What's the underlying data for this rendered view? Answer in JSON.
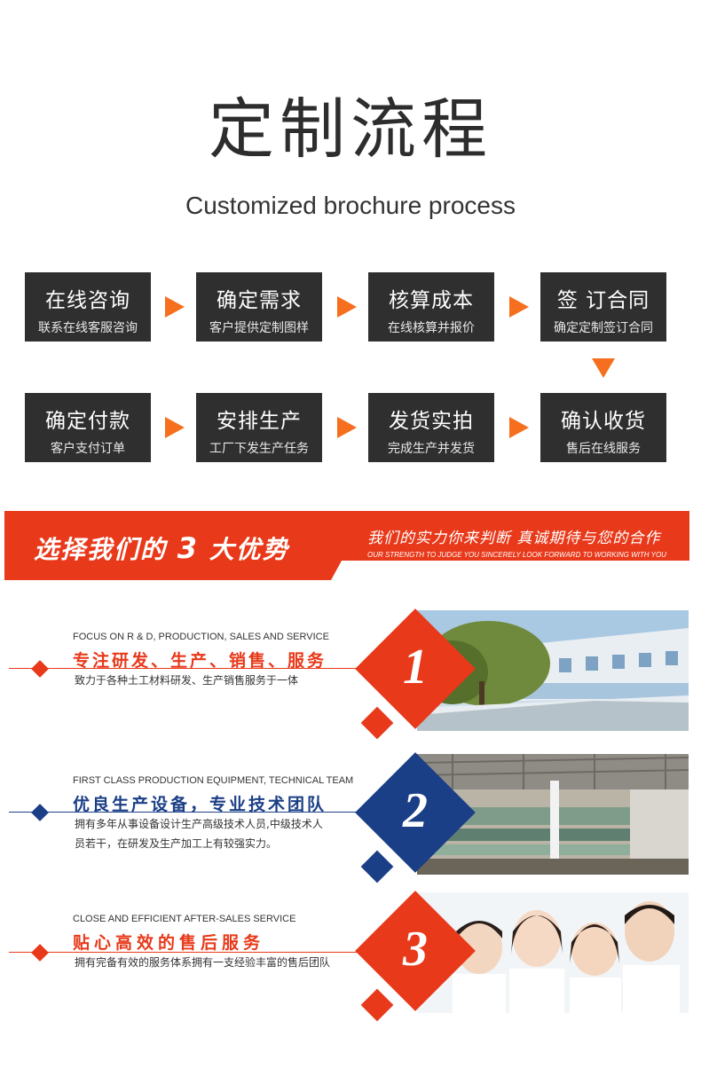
{
  "header": {
    "title": "定制流程",
    "subtitle": "Customized brochure process"
  },
  "process": {
    "steps": [
      {
        "title": "在线咨询",
        "sub": "联系在线客服咨询"
      },
      {
        "title": "确定需求",
        "sub": "客户提供定制图样"
      },
      {
        "title": "核算成本",
        "sub": "在线核算并报价"
      },
      {
        "title": "签 订合同",
        "sub": "确定定制签订合同"
      },
      {
        "title": "确定付款",
        "sub": "客户支付订单"
      },
      {
        "title": "安排生产",
        "sub": "工厂下发生产任务"
      },
      {
        "title": "发货实拍",
        "sub": "完成生产并发货"
      },
      {
        "title": "确认收货",
        "sub": "售后在线服务"
      }
    ],
    "arrow_color": "#f56f1f",
    "box_color": "#2f2f2f"
  },
  "banner": {
    "left_prefix": "选择我们的 ",
    "left_num": "3",
    "left_suffix": " 大优势",
    "right_cn": "我们的实力你来判断 真诚期待与您的合作",
    "right_en": "OUR STRENGTH TO JUDGE YOU SINCERELY LOOK FORWARD TO WORKING WITH YOU",
    "color": "#e8391a"
  },
  "features": [
    {
      "en": "FOCUS ON R & D, PRODUCTION, SALES AND SERVICE",
      "cn": "专注研发、生产、销售、服务",
      "desc1": "致力于各种土工材料研发、生产销售服务于一体",
      "desc2": "",
      "num": "1",
      "color": "#e8391a",
      "photo": "factory-building"
    },
    {
      "en": "FIRST CLASS PRODUCTION EQUIPMENT, TECHNICAL TEAM",
      "cn": "优良生产设备，专业技术团队",
      "desc1": "拥有多年从事设备设计生产高级技术人员,中级技术人",
      "desc2": "员若干，在研发及生产加工上有较强实力。",
      "num": "2",
      "color": "#1b3f86",
      "photo": "production-equipment"
    },
    {
      "en": "CLOSE AND EFFICIENT AFTER-SALES SERVICE",
      "cn": "贴心高效的售后服务",
      "desc1": "拥有完备有效的服务体系拥有一支经验丰富的售后团队",
      "desc2": "",
      "num": "3",
      "color": "#e8391a",
      "photo": "customer-service-team"
    }
  ]
}
